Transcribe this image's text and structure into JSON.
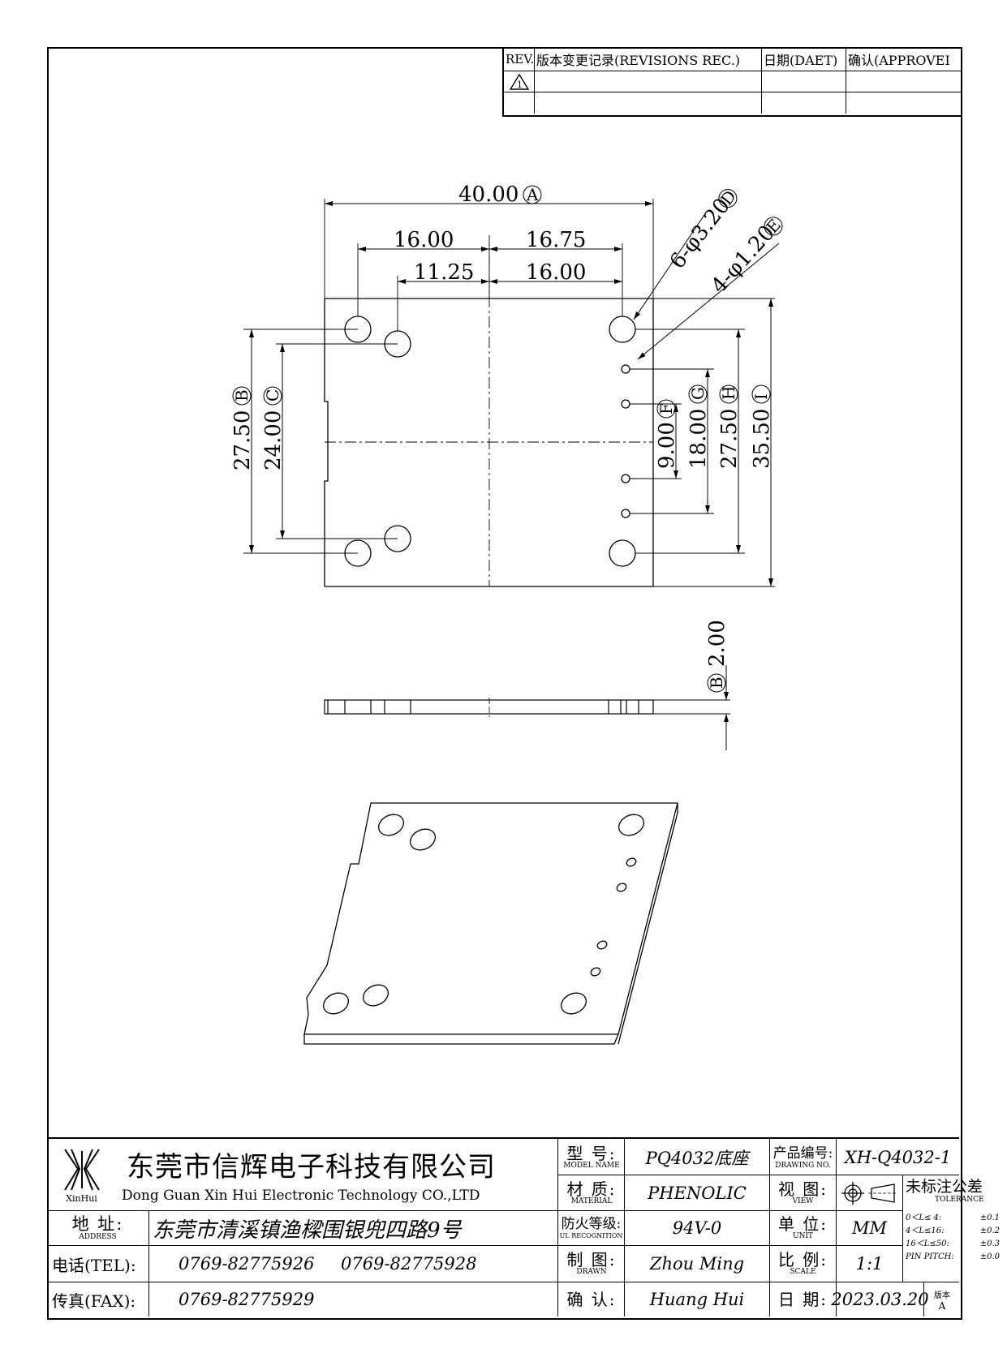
{
  "revision_table": {
    "headers": [
      "REV.",
      "版本变更记录(REVISIONS REC.)",
      "日期(DAET)",
      "确认(APPROVEI"
    ],
    "rev_marker": "1"
  },
  "top_view": {
    "dims": {
      "overall_width": "40.00",
      "overall_width_ref": "A",
      "left_hole_span": "16.00",
      "right_hole_span": "16.75",
      "left_inner_span": "11.25",
      "right_inner_span": "16.00",
      "hole_callout_large": "6-φ3.20",
      "hole_callout_large_ref": "D",
      "hole_callout_small": "4-φ1.20",
      "hole_callout_small_ref": "E",
      "left_outer_height": "27.50",
      "left_outer_height_ref": "B",
      "left_inner_height": "24.00",
      "left_inner_height_ref": "C",
      "pin_inner": "9.00",
      "pin_inner_ref": "F",
      "pin_outer": "18.00",
      "pin_outer_ref": "G",
      "right_hole_height": "27.50",
      "right_hole_height_ref": "H",
      "overall_height": "35.50",
      "overall_height_ref": "I"
    }
  },
  "side_view": {
    "thickness": "2.00",
    "thickness_ref": "B"
  },
  "title_block": {
    "company_cn": "东莞市信辉电子科技有限公司",
    "company_en": "Dong Guan Xin Hui Electronic Technology CO.,LTD",
    "logo_text": "XinHui",
    "address_label_cn": "地 址:",
    "address_label_en": "ADDRESS",
    "address_value": "东莞市清溪镇渔樑围银兜四路9号",
    "tel_label": "电话(TEL):",
    "tel_value_1": "0769-82775926",
    "tel_value_2": "0769-82775928",
    "fax_label": "传真(FAX):",
    "fax_value": "0769-82775929",
    "model_label_cn": "型 号:",
    "model_label_en": "MODEL NAME",
    "model_value": "PQ4032底座",
    "material_label_cn": "材 质:",
    "material_label_en": "MATERIAL",
    "material_value": "PHENOLIC",
    "fire_label_cn": "防火等级:",
    "fire_label_en": "UL RECOGNITION",
    "fire_value": "94V-0",
    "drawn_label_cn": "制 图:",
    "drawn_label_en": "DRAWN",
    "drawn_value": "Zhou Ming",
    "confirm_label_cn": "确 认:",
    "confirm_value": "Huang Hui",
    "drawing_no_label_cn": "产品编号:",
    "drawing_no_label_en": "DRAWING NO.",
    "drawing_no_value": "XH-Q4032-1",
    "view_label_cn": "视 图:",
    "view_label_en": "VIEW",
    "unit_label_cn": "单 位:",
    "unit_label_en": "UNIT",
    "unit_value": "MM",
    "scale_label_cn": "比 例:",
    "scale_label_en": "SCALE",
    "scale_value": "1:1",
    "date_label_cn": "日 期:",
    "date_value": "2023.03.20",
    "tolerance_title_cn": "未标注公差",
    "tolerance_title_en": "TOLERANCE",
    "tolerance_rows": [
      {
        "range": "0＜L≤ 4:",
        "value": "±0.1"
      },
      {
        "range": "4＜L≤16:",
        "value": "±0.2"
      },
      {
        "range": "16＜L≤50:",
        "value": "±0.3"
      },
      {
        "range": "PIN PITCH:",
        "value": "±0.0"
      }
    ],
    "version_label": "版本",
    "version_value": "A"
  }
}
